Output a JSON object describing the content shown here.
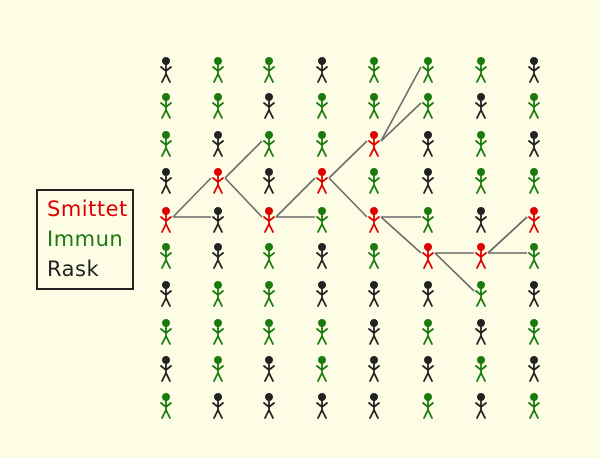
{
  "legend": {
    "infected": {
      "label": "Smittet",
      "color": "#dd0000"
    },
    "immune": {
      "label": "Immun",
      "color": "#1a7a0e"
    },
    "healthy": {
      "label": "Rask",
      "color": "#222222"
    }
  },
  "grid": {
    "columns": 8,
    "rows": 10,
    "cells": [
      [
        "H",
        "I",
        "I",
        "H",
        "I",
        "I",
        "I",
        "H"
      ],
      [
        "I",
        "I",
        "H",
        "I",
        "I",
        "I",
        "H",
        "I"
      ],
      [
        "I",
        "H",
        "I",
        "I",
        "S",
        "H",
        "I",
        "H"
      ],
      [
        "H",
        "S",
        "H",
        "S",
        "I",
        "H",
        "I",
        "I"
      ],
      [
        "S",
        "H",
        "S",
        "I",
        "S",
        "I",
        "H",
        "S"
      ],
      [
        "I",
        "H",
        "I",
        "H",
        "I",
        "S",
        "S",
        "I"
      ],
      [
        "H",
        "I",
        "I",
        "H",
        "H",
        "H",
        "I",
        "H"
      ],
      [
        "I",
        "I",
        "I",
        "I",
        "H",
        "I",
        "H",
        "I"
      ],
      [
        "H",
        "I",
        "H",
        "I",
        "H",
        "H",
        "I",
        "H"
      ],
      [
        "I",
        "H",
        "H",
        "H",
        "H",
        "I",
        "H",
        "I"
      ]
    ]
  },
  "transmissions": [
    {
      "from": [
        4,
        0
      ],
      "to": [
        3,
        1
      ]
    },
    {
      "from": [
        4,
        0
      ],
      "to": [
        4,
        1
      ]
    },
    {
      "from": [
        3,
        1
      ],
      "to": [
        2,
        2
      ]
    },
    {
      "from": [
        3,
        1
      ],
      "to": [
        4,
        2
      ]
    },
    {
      "from": [
        4,
        2
      ],
      "to": [
        3,
        3
      ]
    },
    {
      "from": [
        4,
        2
      ],
      "to": [
        4,
        3
      ]
    },
    {
      "from": [
        3,
        3
      ],
      "to": [
        2,
        4
      ]
    },
    {
      "from": [
        3,
        3
      ],
      "to": [
        4,
        4
      ]
    },
    {
      "from": [
        2,
        4
      ],
      "to": [
        0,
        5
      ]
    },
    {
      "from": [
        2,
        4
      ],
      "to": [
        1,
        5
      ]
    },
    {
      "from": [
        4,
        4
      ],
      "to": [
        4,
        5
      ]
    },
    {
      "from": [
        4,
        4
      ],
      "to": [
        5,
        5
      ]
    },
    {
      "from": [
        5,
        5
      ],
      "to": [
        5,
        6
      ]
    },
    {
      "from": [
        5,
        5
      ],
      "to": [
        6,
        6
      ]
    },
    {
      "from": [
        5,
        6
      ],
      "to": [
        4,
        7
      ]
    },
    {
      "from": [
        5,
        6
      ],
      "to": [
        5,
        7
      ]
    },
    {
      "from": [
        5,
        6
      ],
      "to": [
        4,
        7
      ]
    }
  ]
}
